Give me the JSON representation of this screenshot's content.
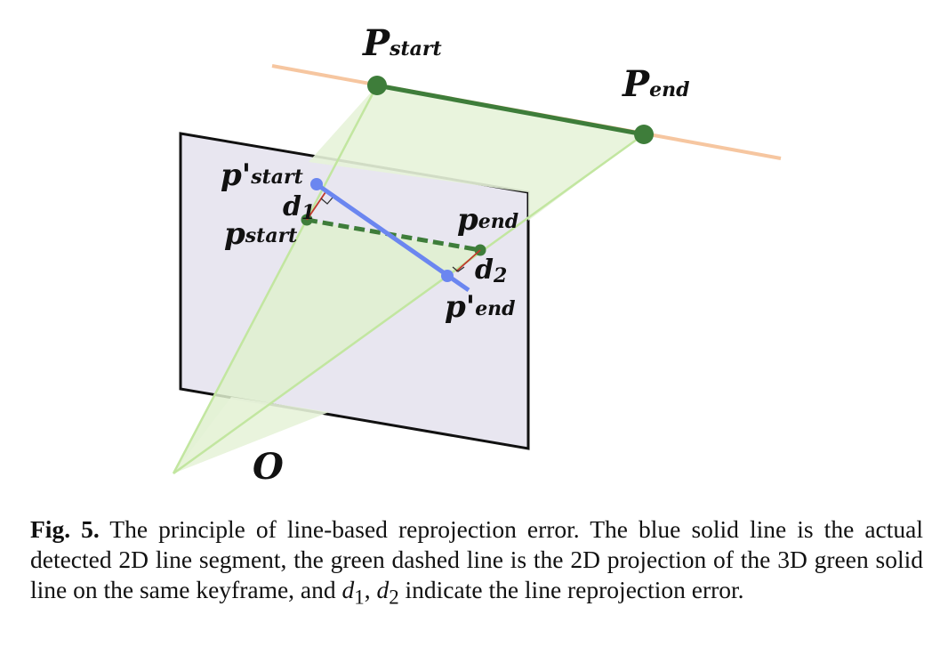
{
  "labels": {
    "P_start": {
      "base": "P",
      "sub": "start"
    },
    "P_end": {
      "base": "P",
      "sub": "end"
    },
    "p_prime_start": {
      "base": "p'",
      "sub": "start"
    },
    "p_start": {
      "base": "p",
      "sub": "start"
    },
    "p_end": {
      "base": "p",
      "sub": "end"
    },
    "p_prime_end": {
      "base": "p'",
      "sub": "end"
    },
    "d1": {
      "base": "d",
      "sub": "1"
    },
    "d2": {
      "base": "d",
      "sub": "2"
    },
    "origin": "O"
  },
  "colors": {
    "image_plane_fill": "#e8e6f0",
    "frustum_fill": "#e7f3d9",
    "frustum_edge": "#c2e6a0",
    "line_3d": "#3e7d3a",
    "infinite_line": "#f6c6a0",
    "detected_line": "#6b86f0",
    "projected_line": "#3e7d3a",
    "error_line": "#c0392b"
  },
  "caption": {
    "fig_label": "Fig. 5.",
    "text_1": " The principle of line-based reprojection error. The blue solid line is the actual detected 2D line segment, the green dashed line is the 2D projection of the 3D green solid line on the same keyframe, and ",
    "d1_base": "d",
    "d1_sub": "1",
    "sep": ", ",
    "d2_base": "d",
    "d2_sub": "2",
    "text_2": " indicate the line reprojection error."
  }
}
